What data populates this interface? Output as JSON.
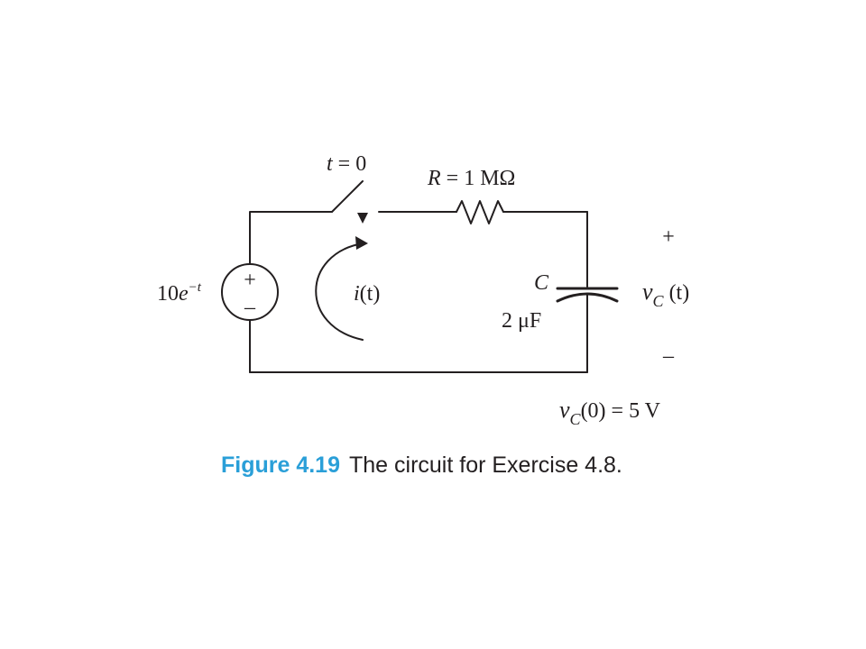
{
  "diagram": {
    "switch_label": {
      "t": "t",
      "rest": " = 0"
    },
    "resistor_label": {
      "R": "R",
      "rest": " = 1 MΩ"
    },
    "source": {
      "coef": "10",
      "e": "e",
      "exp": "−t",
      "plus": "+",
      "minus": "–"
    },
    "current_label": {
      "i": "i",
      "rest": "(t)"
    },
    "capacitor_label": {
      "C": "C",
      "value": "2 μF"
    },
    "voltage_label": {
      "v": "v",
      "sub": "C",
      "rest": " (t)",
      "plus": "+",
      "minus": "–"
    },
    "initial_condition": {
      "v": "v",
      "sub": "C",
      "rest": "(0) = 5 V"
    }
  },
  "caption": {
    "number": "Figure 4.19",
    "text": "The circuit for Exercise 4.8.",
    "number_color": "#2a9fd8",
    "text_color": "#231f20"
  }
}
